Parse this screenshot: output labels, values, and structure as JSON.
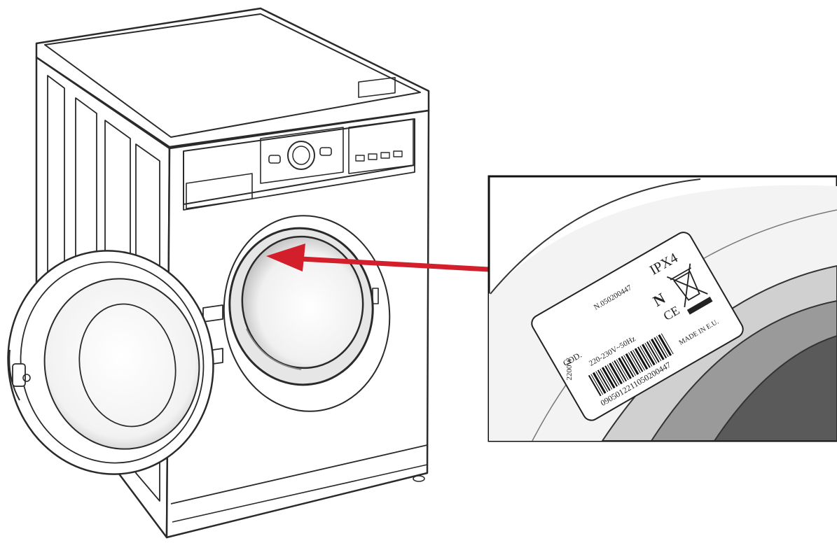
{
  "rating_label": {
    "cod": "COD.",
    "serial": "N.050200447",
    "ip_rating": "IPX4",
    "power": "2200W",
    "voltage": "220-230V~50Hz",
    "barcode_number": "0905012211050200447",
    "made_in": "MADE IN E.U.",
    "n_mark": "N",
    "ce_mark": "CE"
  },
  "colors": {
    "arrow": "#d21f2b",
    "line": "#2a2a2a",
    "glass": "#e8e8e8",
    "drum_dark": "#5a5a5a",
    "drum_mid": "#9a9a9a"
  },
  "icons": [
    "washing-machine-icon",
    "weee-bin-icon",
    "barcode-icon"
  ]
}
